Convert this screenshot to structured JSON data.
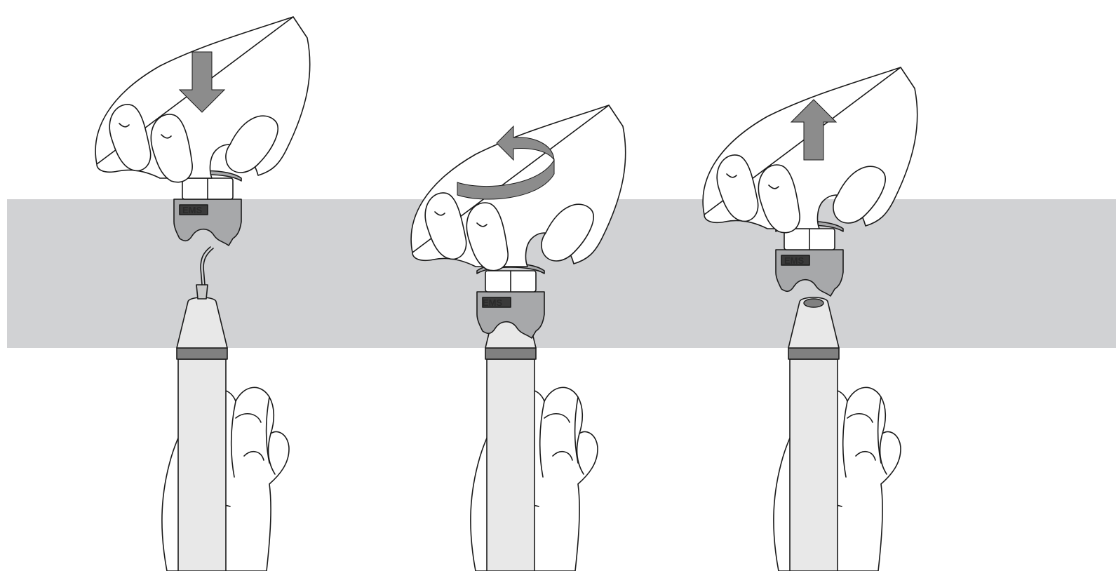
{
  "band_color": "#d1d2d4",
  "arrow_color": "#8c8c8c",
  "tool_fill": "#a7a8aa",
  "handpiece_fill": "#e8e8e8",
  "handpiece_ring_color": "#808080",
  "steps": [
    {
      "action": "press-down",
      "arrow_icon": "down-arrow-icon",
      "logo_text": "EMS"
    },
    {
      "action": "rotate",
      "arrow_icon": "counterclockwise-arrow-icon",
      "logo_text": "EMS"
    },
    {
      "action": "lift-up",
      "arrow_icon": "up-arrow-icon",
      "logo_text": "EMS"
    }
  ]
}
